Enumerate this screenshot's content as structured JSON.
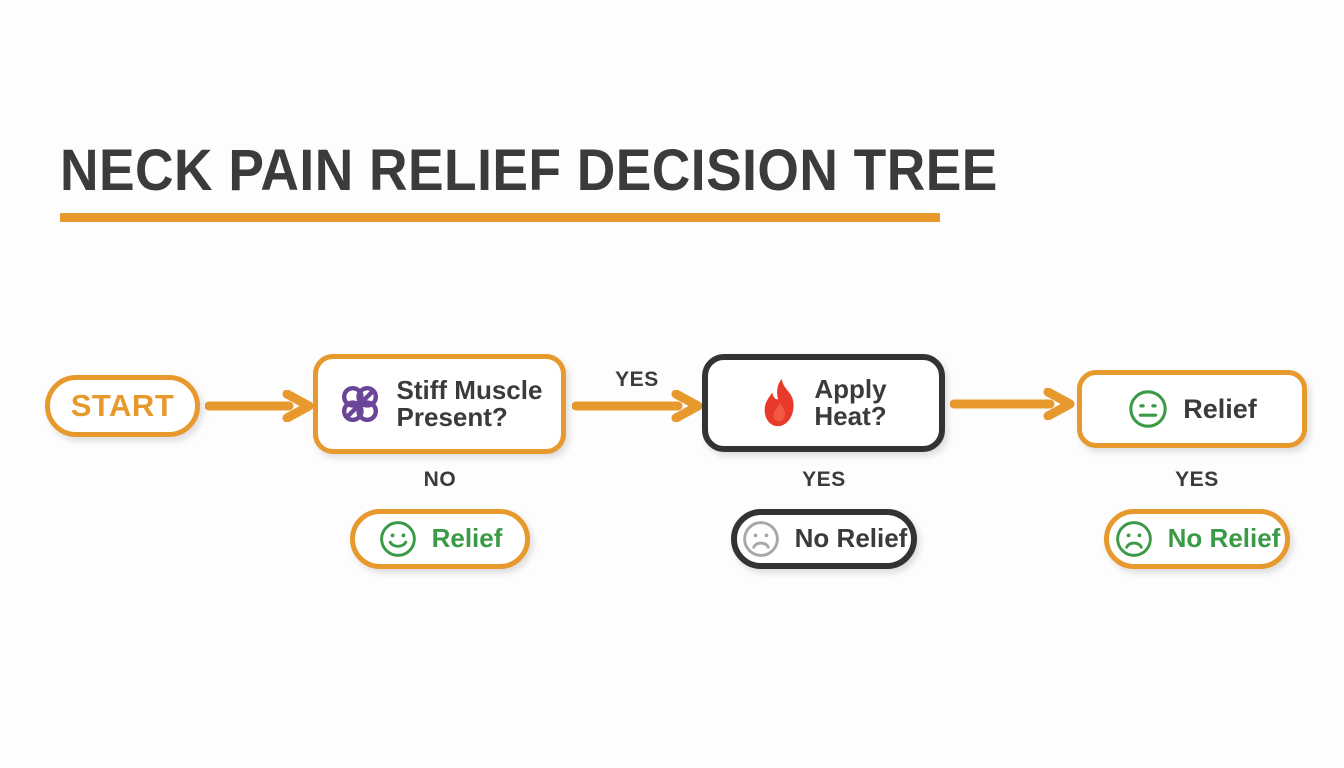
{
  "page": {
    "title": "NECK PAIN RELIEF DECISION TREE",
    "background_color": "#fdfdfd",
    "accent_color": "#e8992e",
    "dark_color": "#333333",
    "green_color": "#3a9a45",
    "red_color": "#e8392b",
    "purple_color": "#6b4597",
    "gray_color": "#a8a8a8"
  },
  "nodes": {
    "start": {
      "label": "START",
      "icon": "none",
      "border_color": "#e8992e",
      "text_color": "#e8992e",
      "shape": "pill"
    },
    "stiff_muscle": {
      "label": "Stiff Muscle\nPresent?",
      "icon": "muscle-knot-icon",
      "border_color": "#e8992e",
      "text_color": "#3b3b3b",
      "shape": "rounded-rect"
    },
    "apply_heat": {
      "label": "Apply\nHeat?",
      "icon": "flame-icon",
      "border_color": "#333333",
      "text_color": "#3b3b3b",
      "shape": "rounded-rect"
    },
    "relief_top": {
      "label": "Relief",
      "icon": "neutral-face-icon",
      "border_color": "#e8992e",
      "text_color": "#3b3b3b",
      "shape": "rounded-rect"
    },
    "relief_no_branch": {
      "label": "Relief",
      "icon": "smiley-face-icon",
      "border_color": "#e8992e",
      "text_color": "#3a9a45",
      "shape": "pill"
    },
    "no_relief_dark": {
      "label": "No Relief",
      "icon": "sad-face-icon",
      "border_color": "#333333",
      "text_color": "#3b3b3b",
      "shape": "pill"
    },
    "no_relief_orange": {
      "label": "No Relief",
      "icon": "sad-face-icon",
      "border_color": "#e8992e",
      "text_color": "#3a9a45",
      "shape": "pill"
    }
  },
  "branch_labels": {
    "start_to_stiff": "",
    "stiff_yes": "YES",
    "stiff_no": "NO",
    "heat_yes": "YES",
    "relief_yes": "YES"
  },
  "chart_data": {
    "type": "flowchart",
    "title": "NECK PAIN RELIEF DECISION TREE",
    "orientation": "left-to-right",
    "nodes": [
      {
        "id": "start",
        "label": "START",
        "kind": "terminal",
        "icon": "none"
      },
      {
        "id": "stiff_muscle",
        "label": "Stiff Muscle Present?",
        "kind": "decision",
        "icon": "muscle-knot-icon"
      },
      {
        "id": "apply_heat",
        "label": "Apply Heat?",
        "kind": "decision",
        "icon": "flame-icon"
      },
      {
        "id": "relief_top",
        "label": "Relief",
        "kind": "outcome",
        "icon": "neutral-face-icon"
      },
      {
        "id": "relief_no_branch",
        "label": "Relief",
        "kind": "outcome",
        "icon": "smiley-face-icon"
      },
      {
        "id": "no_relief_dark",
        "label": "No Relief",
        "kind": "outcome",
        "icon": "sad-face-icon"
      },
      {
        "id": "no_relief_orange",
        "label": "No Relief",
        "kind": "outcome",
        "icon": "sad-face-icon"
      }
    ],
    "edges": [
      {
        "from": "start",
        "to": "stiff_muscle",
        "label": ""
      },
      {
        "from": "stiff_muscle",
        "to": "apply_heat",
        "label": "YES"
      },
      {
        "from": "stiff_muscle",
        "to": "relief_no_branch",
        "label": "NO"
      },
      {
        "from": "apply_heat",
        "to": "relief_top",
        "label": ""
      },
      {
        "from": "apply_heat",
        "to": "no_relief_dark",
        "label": "YES"
      },
      {
        "from": "relief_top",
        "to": "no_relief_orange",
        "label": "YES"
      }
    ]
  }
}
